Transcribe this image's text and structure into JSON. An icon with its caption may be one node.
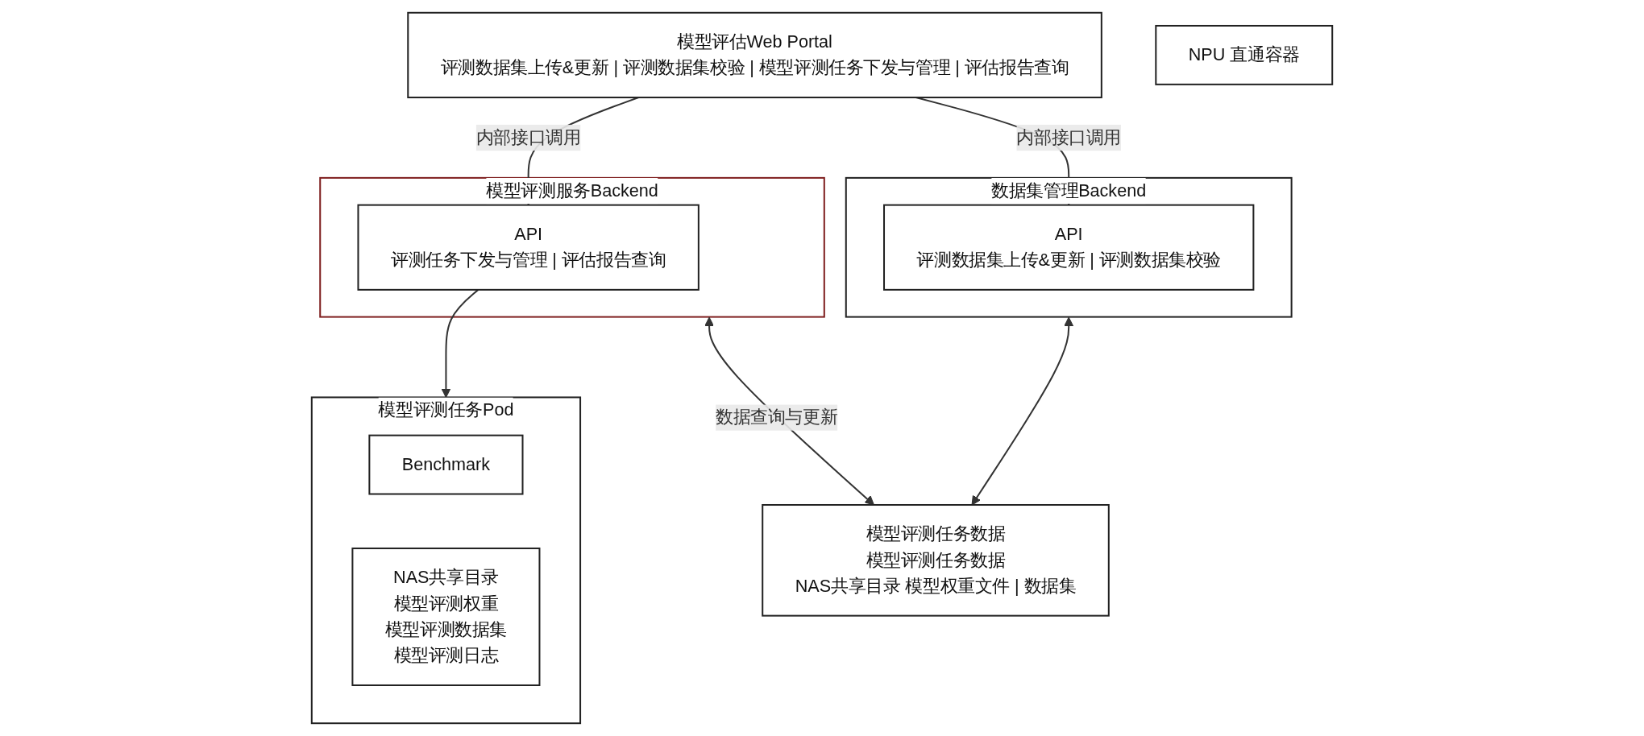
{
  "diagram": {
    "nodes": [
      {
        "text": [
          "模型评估Web Portal",
          "评测数据集上传&更新 | 评测数据集校验 | 模型评测任务下发与管理 | 评估报告查询"
        ]
      },
      {
        "text": [
          "模型评测任务Pod"
        ]
      },
      {
        "text": [
          "Benchmark"
        ],
        "in": 1
      },
      {
        "text": [
          "NAS共享目录",
          "模型评测权重",
          "模型评测数据集",
          "模型评测日志"
        ],
        "in": 1
      },
      {
        "text": [
          "NPU 直通容器"
        ]
      },
      {
        "text": [
          "模型评测服务Backend"
        ]
      },
      {
        "text": [
          "API",
          "评测任务下发与管理 | 评估报告查询"
        ],
        "in": 5
      },
      {
        "text": [
          "数据集管理Backend"
        ]
      },
      {
        "text": [
          "API",
          "评测数据集上传&更新 | 评测数据集校验"
        ],
        "in": 7
      },
      {
        "text": [
          "模型评测任务数据",
          "模型评测任务数据",
          "NAS共享目录 模型权重文件 | 数据集"
        ]
      }
    ],
    "edges": [
      {
        "from": 0,
        "to": 6,
        "arrow": "to",
        "label": "内部接口调用"
      },
      {
        "from": 0,
        "to": 8,
        "arrow": "to",
        "label": "内部接口调用"
      },
      {
        "from": 6,
        "to": 1,
        "arrow": "to"
      },
      {
        "from": 5,
        "to": 9,
        "arrow": "both",
        "label": "数据查询与更新"
      },
      {
        "from": 7,
        "to": 9,
        "arrow": "both"
      }
    ]
  }
}
